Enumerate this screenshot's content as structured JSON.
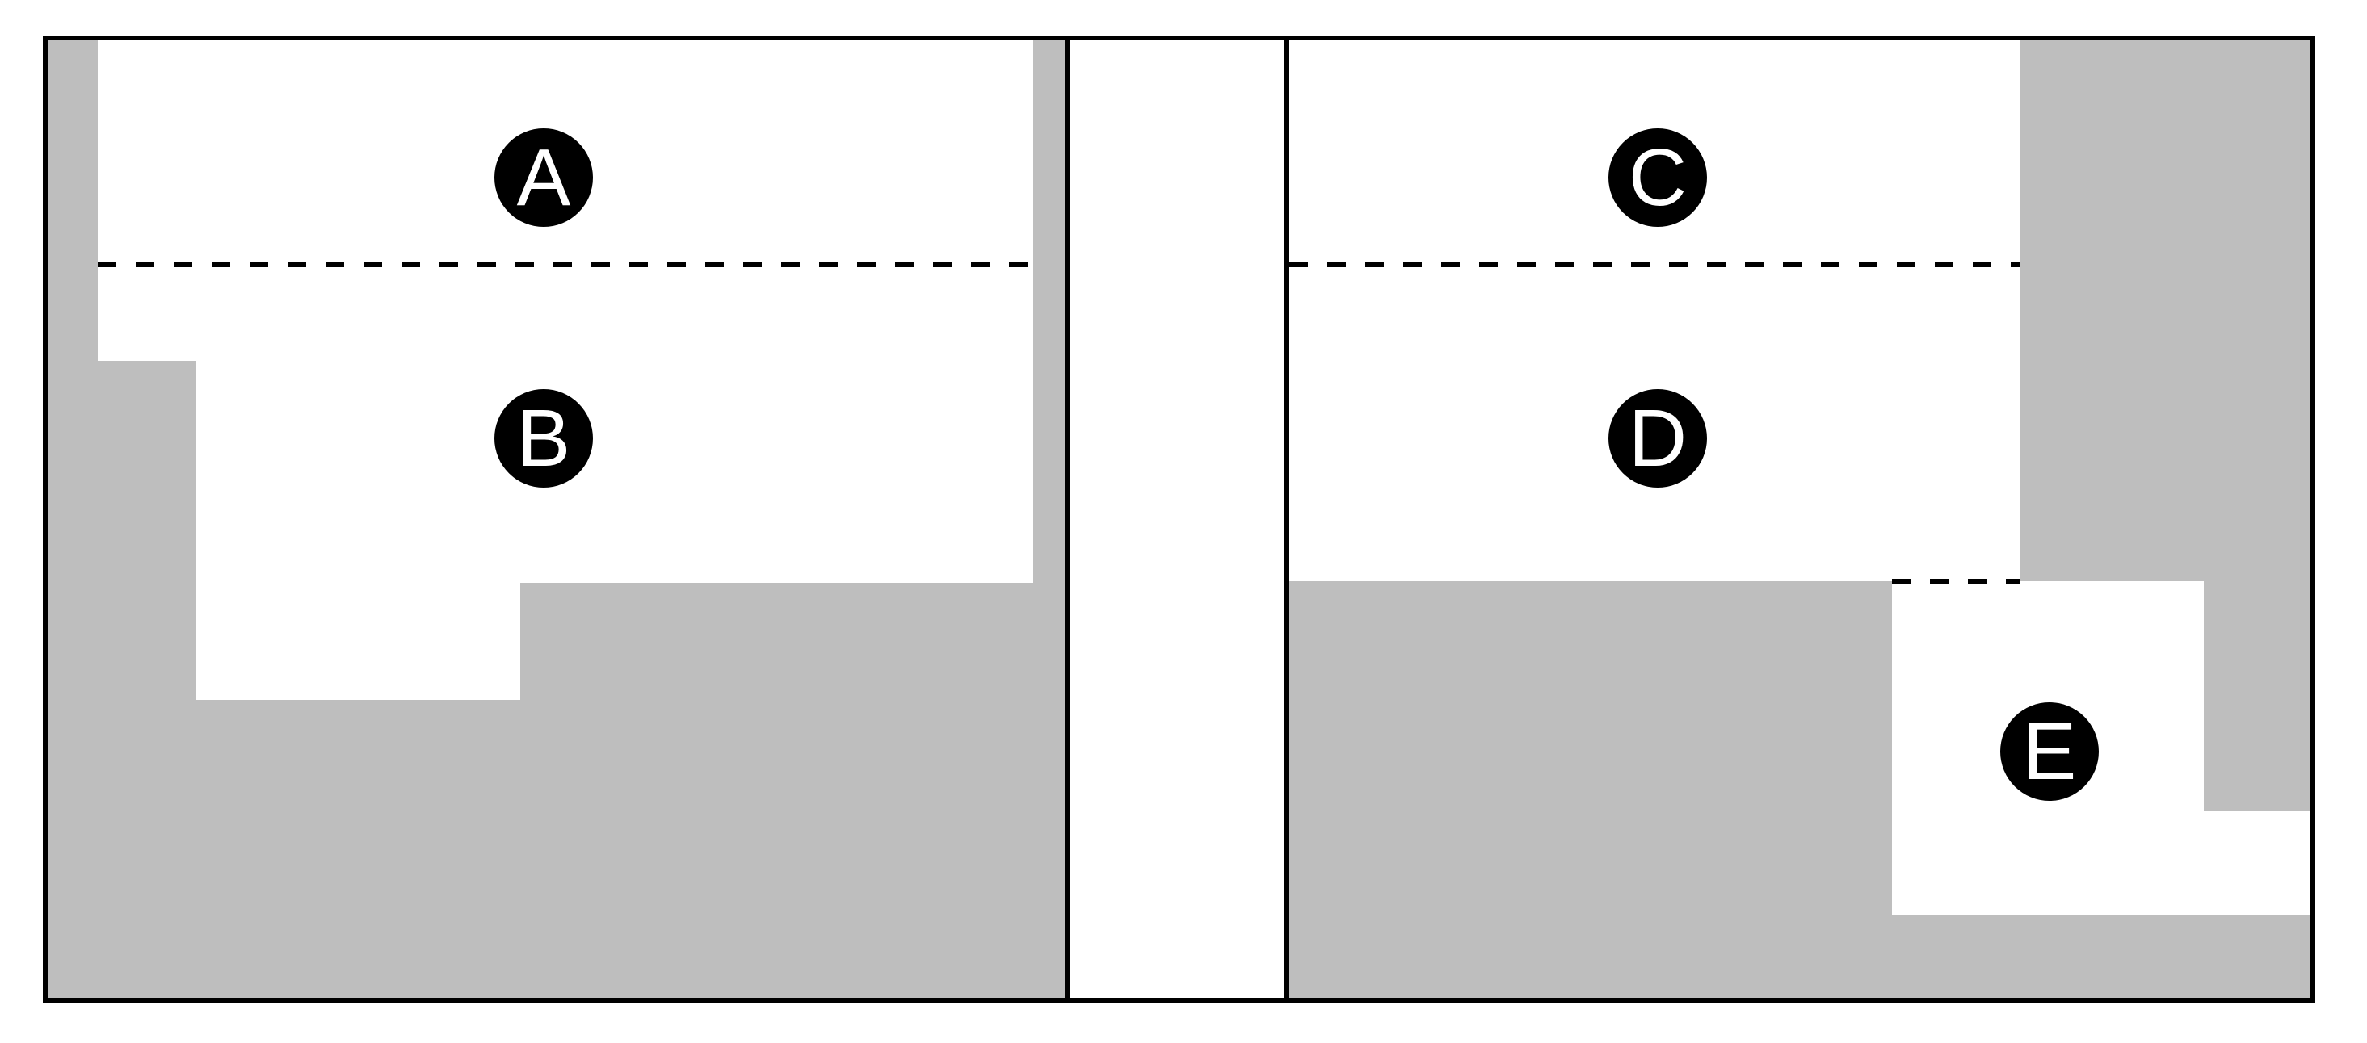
{
  "figure": {
    "description": "Two-panel section diagram with shaded surround and labeled white units",
    "panel_count": 2
  },
  "colors": {
    "background": "#ffffff",
    "shaded": "#bebebe",
    "outline": "#000000",
    "label_circle": "#000000",
    "label_text": "#ffffff"
  },
  "panels": {
    "left": {
      "unit_labels": [
        "A",
        "B"
      ]
    },
    "right": {
      "unit_labels": [
        "C",
        "D",
        "E"
      ]
    }
  },
  "labels": {
    "a": "A",
    "b": "B",
    "c": "C",
    "d": "D",
    "e": "E"
  }
}
